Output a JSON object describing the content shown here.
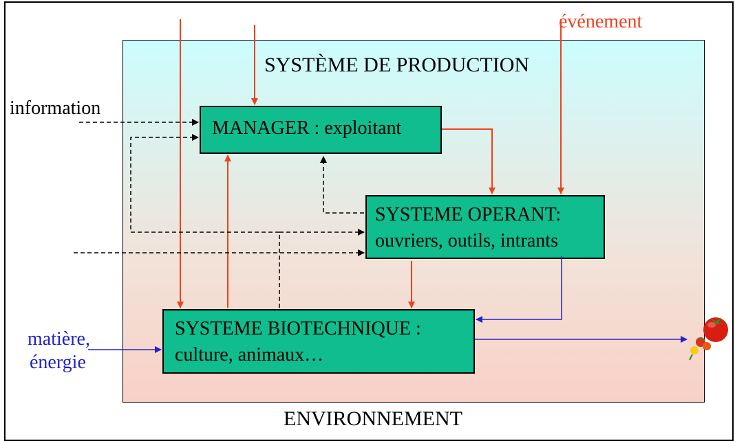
{
  "colors": {
    "control_flow": "#f0401c",
    "information_flow": "#000000",
    "material_flow": "#2222cc",
    "node_fill": "#0fbd8e"
  },
  "labels": {
    "system_title": "SYSTÈME DE PRODUCTION",
    "environment": "ENVIRONNEMENT",
    "information": "information",
    "event": "événement",
    "matter_line1": "matière,",
    "matter_line2": "énergie"
  },
  "nodes": {
    "manager": {
      "line1": "MANAGER : exploitant"
    },
    "operant": {
      "line1": "SYSTEME OPERANT:",
      "line2": "ouvriers, outils, intrants"
    },
    "biotech": {
      "line1": "SYSTEME BIOTECHNIQUE :",
      "line2": "culture, animaux…"
    }
  },
  "output_icon": "tomato-icon"
}
